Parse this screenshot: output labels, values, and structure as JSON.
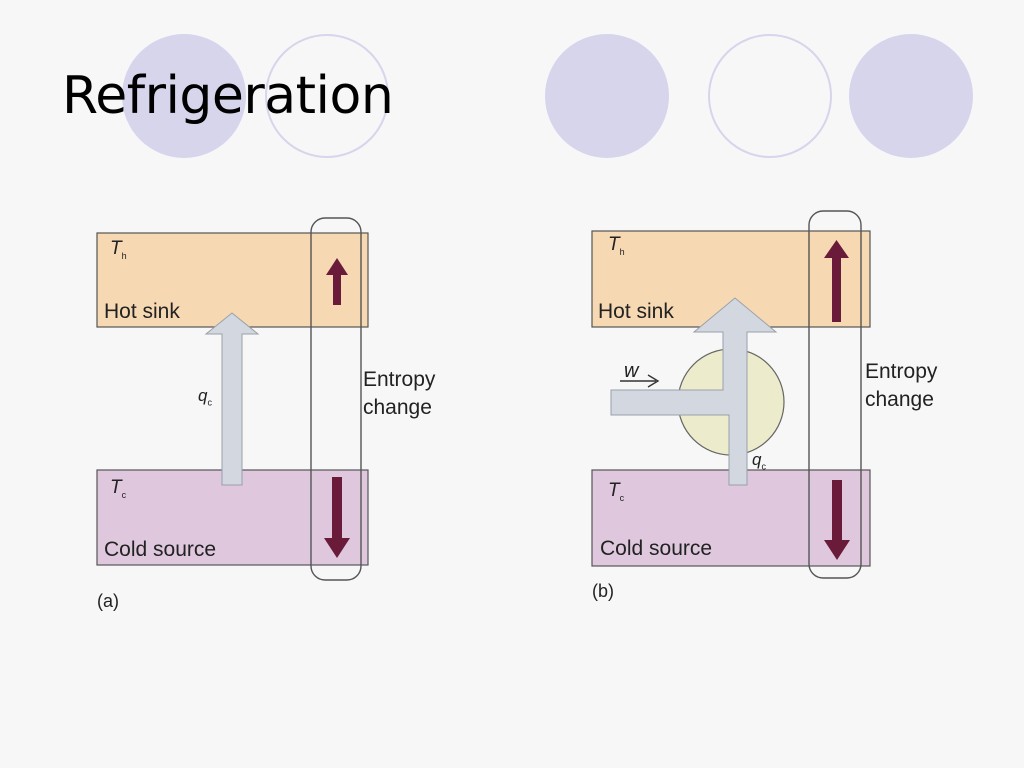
{
  "slide": {
    "title": "Refrigeration"
  },
  "theme": {
    "decoration_color": "#d6d5ec",
    "hot_sink_color": "#f6d9b3",
    "cold_source_color": "#dfc8de",
    "arrow_color": "#d3d8e0",
    "entropy_arrow_color": "#6a1b3a",
    "engine_circle_color": "#ecebcb"
  },
  "diagram_a": {
    "hot_temp_symbol": "T",
    "hot_temp_subscript": "h",
    "hot_label": "Hot sink",
    "cold_temp_symbol": "T",
    "cold_temp_subscript": "c",
    "cold_label": "Cold source",
    "heat_symbol": "q",
    "heat_subscript": "c",
    "entropy_line1": "Entropy",
    "entropy_line2": "change",
    "caption": "(a)"
  },
  "diagram_b": {
    "hot_temp_symbol": "T",
    "hot_temp_subscript": "h",
    "hot_label": "Hot sink",
    "cold_temp_symbol": "T",
    "cold_temp_subscript": "c",
    "cold_label": "Cold source",
    "heat_symbol": "q",
    "heat_subscript": "c",
    "work_symbol": "w",
    "entropy_line1": "Entropy",
    "entropy_line2": "change",
    "caption": "(b)"
  }
}
